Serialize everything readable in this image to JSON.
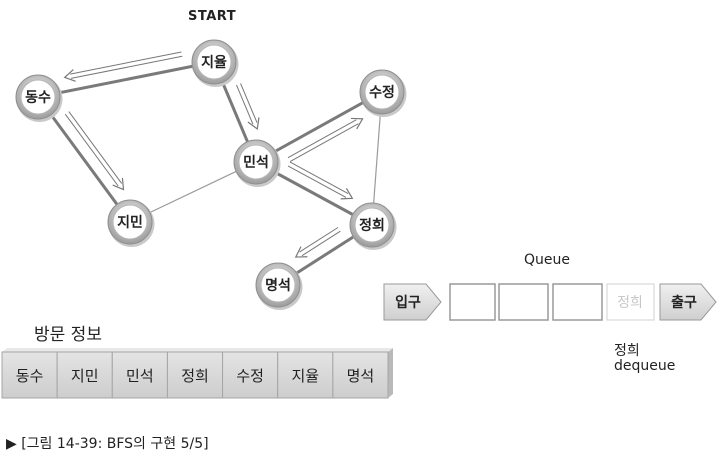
{
  "start_label": "START",
  "nodes": [
    {
      "id": "jiyul",
      "label": "지율"
    },
    {
      "id": "dongsu",
      "label": "동수"
    },
    {
      "id": "minseok",
      "label": "민석"
    },
    {
      "id": "sujeong",
      "label": "수정"
    },
    {
      "id": "jimin",
      "label": "지민"
    },
    {
      "id": "jeonghui",
      "label": "정희"
    },
    {
      "id": "myeongseok",
      "label": "명석"
    }
  ],
  "edges": [
    {
      "from": "jiyul",
      "to": "dongsu",
      "traversed": true
    },
    {
      "from": "jiyul",
      "to": "minseok",
      "traversed": true
    },
    {
      "from": "dongsu",
      "to": "jimin",
      "traversed": true
    },
    {
      "from": "jimin",
      "to": "minseok",
      "traversed": false
    },
    {
      "from": "minseok",
      "to": "sujeong",
      "traversed": true
    },
    {
      "from": "minseok",
      "to": "jeonghui",
      "traversed": true
    },
    {
      "from": "sujeong",
      "to": "jeonghui",
      "traversed": false
    },
    {
      "from": "jeonghui",
      "to": "myeongseok",
      "traversed": true
    }
  ],
  "traversal_arrows": [
    {
      "from": "jiyul",
      "to": "dongsu"
    },
    {
      "from": "jiyul",
      "to": "minseok"
    },
    {
      "from": "dongsu",
      "to": "jimin"
    },
    {
      "from": "minseok",
      "to": "sujeong"
    },
    {
      "from": "minseok",
      "to": "jeonghui"
    },
    {
      "from": "jeonghui",
      "to": "myeongseok"
    }
  ],
  "queue": {
    "title": "Queue",
    "entry_label": "입구",
    "exit_label": "출구",
    "slots": [
      "",
      "",
      "",
      "정희"
    ],
    "dequeued_name": "정희",
    "dequeued_op": "dequeue"
  },
  "visited": {
    "title": "방문 정보",
    "items": [
      "동수",
      "지민",
      "민석",
      "정희",
      "수정",
      "지율",
      "명석"
    ]
  },
  "caption": "▶ [그림 14-39: BFS의 구현 5/5]",
  "colors": {
    "edge": "#7a7a7a",
    "node_ring": "#a8a8a8",
    "node_fill": "#ffffff",
    "arrow": "#777777",
    "queue_faded_text": "#c8c8c8",
    "visited_fill": "#d6d6d6"
  }
}
